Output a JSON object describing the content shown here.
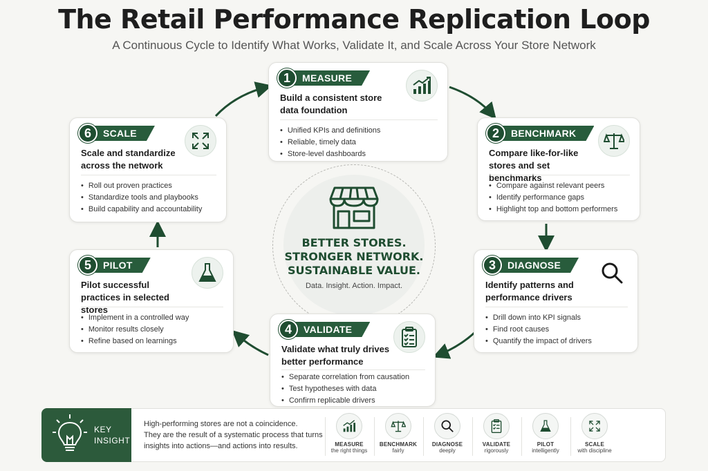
{
  "title": "The Retail Performance Replication Loop",
  "subtitle": "A Continuous Cycle to Identify What Works, Validate It, and Scale Across Your Store Network",
  "colors": {
    "primary": "#1f4d31",
    "band": "#285c3c",
    "background": "#f6f6f3"
  },
  "steps": [
    {
      "num": "1",
      "label": "MEASURE",
      "heading": "Build a consistent store data foundation",
      "icon": "bar-chart-icon",
      "bullets": [
        "Unified KPIs and definitions",
        "Reliable, timely data",
        "Store-level dashboards"
      ]
    },
    {
      "num": "2",
      "label": "BENCHMARK",
      "heading": "Compare like-for-like stores and set benchmarks",
      "icon": "scales-icon",
      "bullets": [
        "Compare against relevant peers",
        "Identify performance gaps",
        "Highlight top and bottom performers"
      ]
    },
    {
      "num": "3",
      "label": "DIAGNOSE",
      "heading": "Identify patterns and performance drivers",
      "icon": "magnifier-icon",
      "bullets": [
        "Drill down into KPI signals",
        "Find root causes",
        "Quantify the impact of drivers"
      ]
    },
    {
      "num": "4",
      "label": "VALIDATE",
      "heading": "Validate what truly drives better performance",
      "icon": "checklist-icon",
      "bullets": [
        "Separate correlation from causation",
        "Test hypotheses with data",
        "Confirm replicable drivers"
      ]
    },
    {
      "num": "5",
      "label": "PILOT",
      "heading": "Pilot successful practices in selected stores",
      "icon": "flask-icon",
      "bullets": [
        "Implement in a controlled way",
        "Monitor results closely",
        "Refine based on learnings"
      ]
    },
    {
      "num": "6",
      "label": "SCALE",
      "heading": "Scale and standardize across the network",
      "icon": "expand-arrows-icon",
      "bullets": [
        "Roll out proven practices",
        "Standardize tools and playbooks",
        "Build capability and accountability"
      ]
    }
  ],
  "center": {
    "lines": [
      "BETTER STORES.",
      "STRONGER NETWORK.",
      "SUSTAINABLE VALUE."
    ],
    "tagline": "Data. Insight. Action. Impact.",
    "icon": "storefront-icon"
  },
  "insight": {
    "label_line1": "KEY",
    "label_line2": "INSIGHT",
    "icon": "lightbulb-icon",
    "text_lines": [
      "High-performing stores are not a coincidence.",
      "They are the result of a systematic process that turns",
      "insights into actions—and actions into results."
    ],
    "items": [
      {
        "label": "MEASURE",
        "sub": "the right things",
        "icon": "bar-chart-icon"
      },
      {
        "label": "BENCHMARK",
        "sub": "fairly",
        "icon": "scales-icon"
      },
      {
        "label": "DIAGNOSE",
        "sub": "deeply",
        "icon": "magnifier-icon"
      },
      {
        "label": "VALIDATE",
        "sub": "rigorously",
        "icon": "checklist-icon"
      },
      {
        "label": "PILOT",
        "sub": "intelligently",
        "icon": "flask-icon"
      },
      {
        "label": "SCALE",
        "sub": "with discipline",
        "icon": "expand-arrows-icon"
      }
    ]
  }
}
